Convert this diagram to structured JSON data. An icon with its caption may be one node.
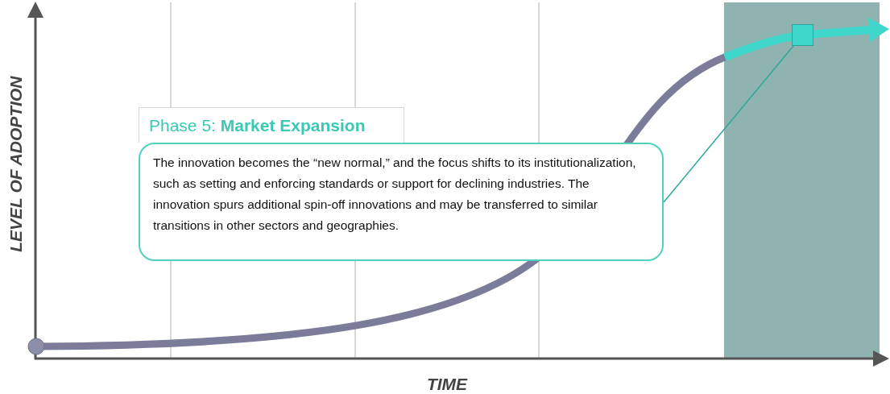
{
  "diagram": {
    "nodes": [
      {
        "text": [
          "Phase 5: **Market Expansion**",
          "The innovation becomes the “new normal,” and the focus shifts to its institutionalization, such as setting and enforcing standards or support for declining industries. The innovation spurs additional spin-off innovations and may be transferred to similar transitions in other sectors and geographies."
        ]
      },
      {
        "text": [],
        "shape": "box"
      }
    ],
    "edges": [
      {
        "from": 0,
        "to": 1,
        "arrow": "none"
      }
    ],
    "labels": [
      "LEVEL OF ADOPTION",
      "TIME"
    ]
  }
}
